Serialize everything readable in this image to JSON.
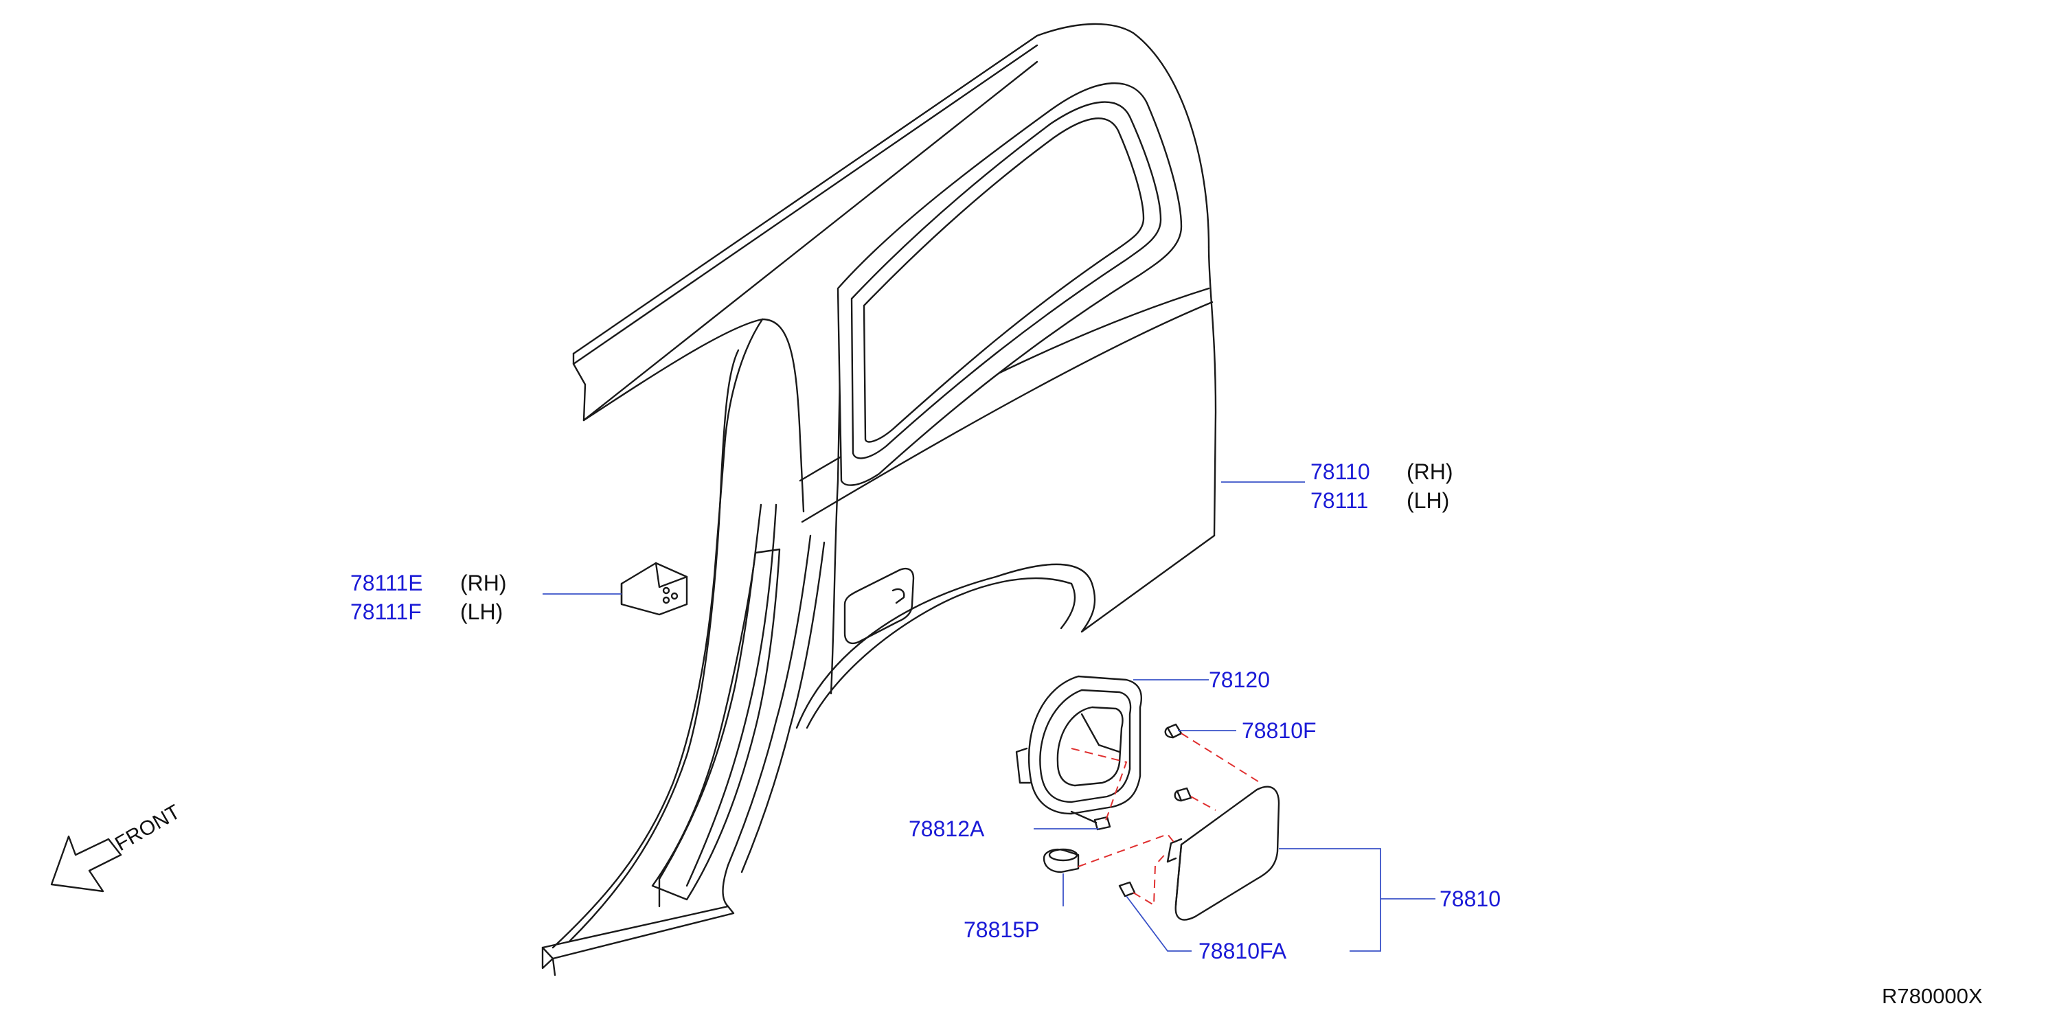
{
  "callouts": [
    {
      "part": "78110",
      "side": "(RH)"
    },
    {
      "part": "78111",
      "side": "(LH)"
    },
    {
      "part": "78111E",
      "side": "(RH)"
    },
    {
      "part": "78111F",
      "side": "(LH)"
    },
    {
      "part": "78120"
    },
    {
      "part": "78810F"
    },
    {
      "part": "78812A"
    },
    {
      "part": "78810"
    },
    {
      "part": "78815P"
    },
    {
      "part": "78810FA"
    }
  ],
  "front_label": "FRONT",
  "reference_code": "R780000X",
  "colors": {
    "part_number": "#1a1ad6",
    "leader": "#3a52c8",
    "assembly_dash": "#e03030",
    "outline": "#1a1a1a"
  }
}
